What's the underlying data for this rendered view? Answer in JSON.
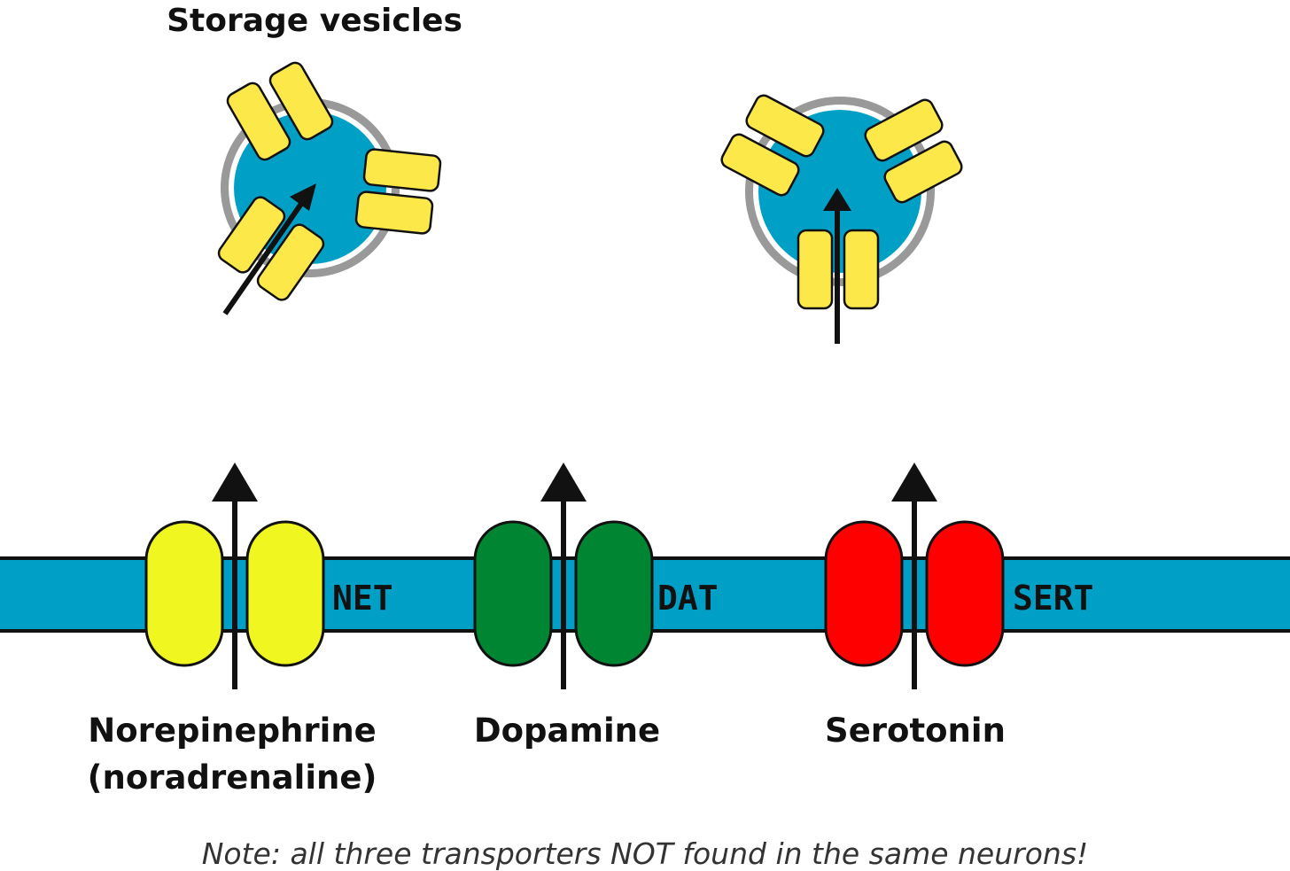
{
  "title": "Storage vesicles",
  "note": "Note: all three transporters NOT found in the same neurons!",
  "colors": {
    "membrane": "#00a0c6",
    "vesicle_fill": "#00a0c6",
    "vesicle_ring": "#999999",
    "vesicle_transporter": "#fde84a",
    "net": "#f0f720",
    "dat": "#008533",
    "sert": "#ff0000",
    "outline": "#111111"
  },
  "transporters": [
    {
      "abbr": "NET",
      "name_lines": [
        "Norepinephrine",
        "(noradrenaline)"
      ],
      "color": "#f0f720"
    },
    {
      "abbr": "DAT",
      "name_lines": [
        "Dopamine"
      ],
      "color": "#008533"
    },
    {
      "abbr": "SERT",
      "name_lines": [
        "Serotonin"
      ],
      "color": "#ff0000"
    }
  ]
}
